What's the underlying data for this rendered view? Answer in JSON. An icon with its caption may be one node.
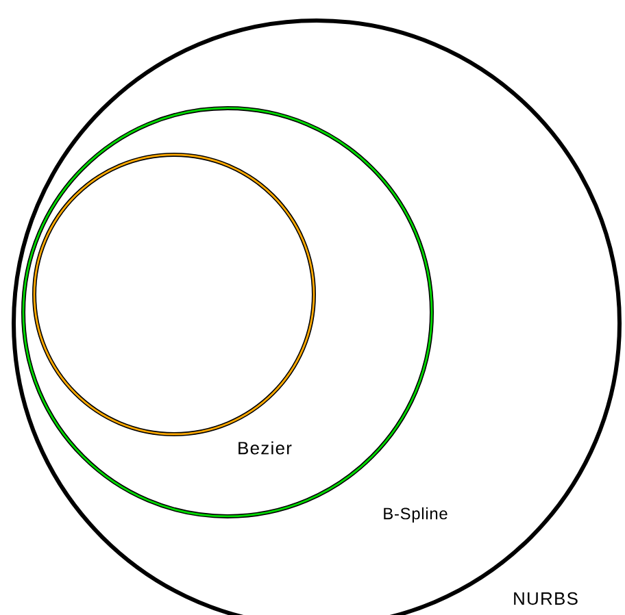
{
  "diagram": {
    "nodes": [
      {
        "text": [
          "NURBS"
        ]
      },
      {
        "text": [
          "B-Spline"
        ],
        "in": 0
      },
      {
        "text": [
          "Bezier"
        ],
        "in": 1
      }
    ]
  }
}
